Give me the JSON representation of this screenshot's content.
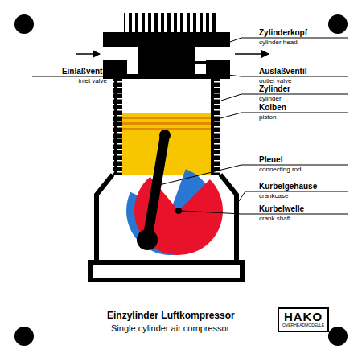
{
  "diagram": {
    "title": "Einzylinder Luftkompressor",
    "caption": "Single cylinder air compressor",
    "nodes": [
      {
        "text": [
          "HAKO",
          "OVERHEADMODELLE"
        ]
      }
    ],
    "labels": [
      "Zylinderkopf",
      "cylinder head",
      "Einlaßventil",
      "inlet valve",
      "Auslaßventil",
      "outlet valve",
      "Zylinder",
      "cylinder",
      "Kolben",
      "piston",
      "Pleuel",
      "connecting rod",
      "Kurbelgehäuse",
      "crankcase",
      "Kurbelwelle",
      "crank shaft"
    ]
  }
}
